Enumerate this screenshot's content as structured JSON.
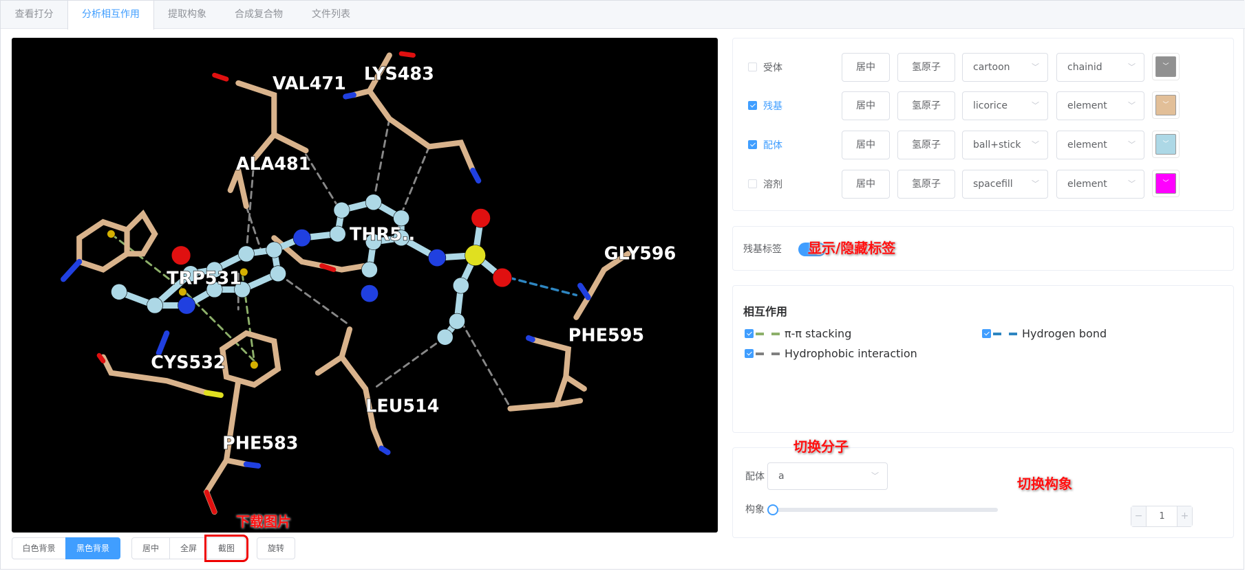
{
  "tabs": [
    {
      "label": "查看打分"
    },
    {
      "label": "分析相互作用"
    },
    {
      "label": "提取构象"
    },
    {
      "label": "合成复合物"
    },
    {
      "label": "文件列表"
    }
  ],
  "viewer": {
    "residue_labels": [
      "VAL471",
      "LYS483",
      "ALA481",
      "THR5..",
      "TRP531",
      "GLY596",
      "PHE595",
      "CYS532",
      "LEU514",
      "PHE583"
    ],
    "colors": {
      "carbon_residue": "#d9b38c",
      "carbon_ligand": "#add8e6",
      "nitrogen": "#2040e0",
      "oxygen": "#e01010",
      "sulfur": "#e0e020"
    }
  },
  "bottom_buttons": {
    "white_bg": "白色背景",
    "black_bg": "黑色背景",
    "center": "居中",
    "fullscreen": "全屏",
    "screenshot": "截图",
    "rotate": "旋转"
  },
  "components": [
    {
      "label": "受体",
      "checked": false,
      "center": "居中",
      "hydrogen": "氢原子",
      "representation": "cartoon",
      "color_scheme": "chainid",
      "color": "#909090"
    },
    {
      "label": "残基",
      "checked": true,
      "center": "居中",
      "hydrogen": "氢原子",
      "representation": "licorice",
      "color_scheme": "element",
      "color": "#e2bf98"
    },
    {
      "label": "配体",
      "checked": true,
      "center": "居中",
      "hydrogen": "氢原子",
      "representation": "ball+stick",
      "color_scheme": "element",
      "color": "#add8e6"
    },
    {
      "label": "溶剂",
      "checked": false,
      "center": "居中",
      "hydrogen": "氢原子",
      "representation": "spacefill",
      "color_scheme": "element",
      "color": "#ff00ff"
    }
  ],
  "residue_label_toggle": {
    "label": "残基标签",
    "on": true
  },
  "interactions": {
    "title": "相互作用",
    "items": [
      {
        "label": "π-π stacking",
        "checked": true,
        "color": "#8db06a"
      },
      {
        "label": "Hydrogen bond",
        "checked": true,
        "color": "#2e86c1"
      },
      {
        "label": "Hydrophobic interaction",
        "checked": true,
        "color": "#808080"
      }
    ]
  },
  "ligand_select": {
    "label": "配体",
    "value": "a"
  },
  "conformation": {
    "label": "构象",
    "slider_value": 1,
    "stepper_value": "1",
    "minus": "−",
    "plus": "+"
  },
  "annotations": {
    "toggle_labels": "显示/隐藏标签",
    "switch_molecule": "切换分子",
    "switch_conformation": "切换构象",
    "download_image": "下载图片"
  }
}
